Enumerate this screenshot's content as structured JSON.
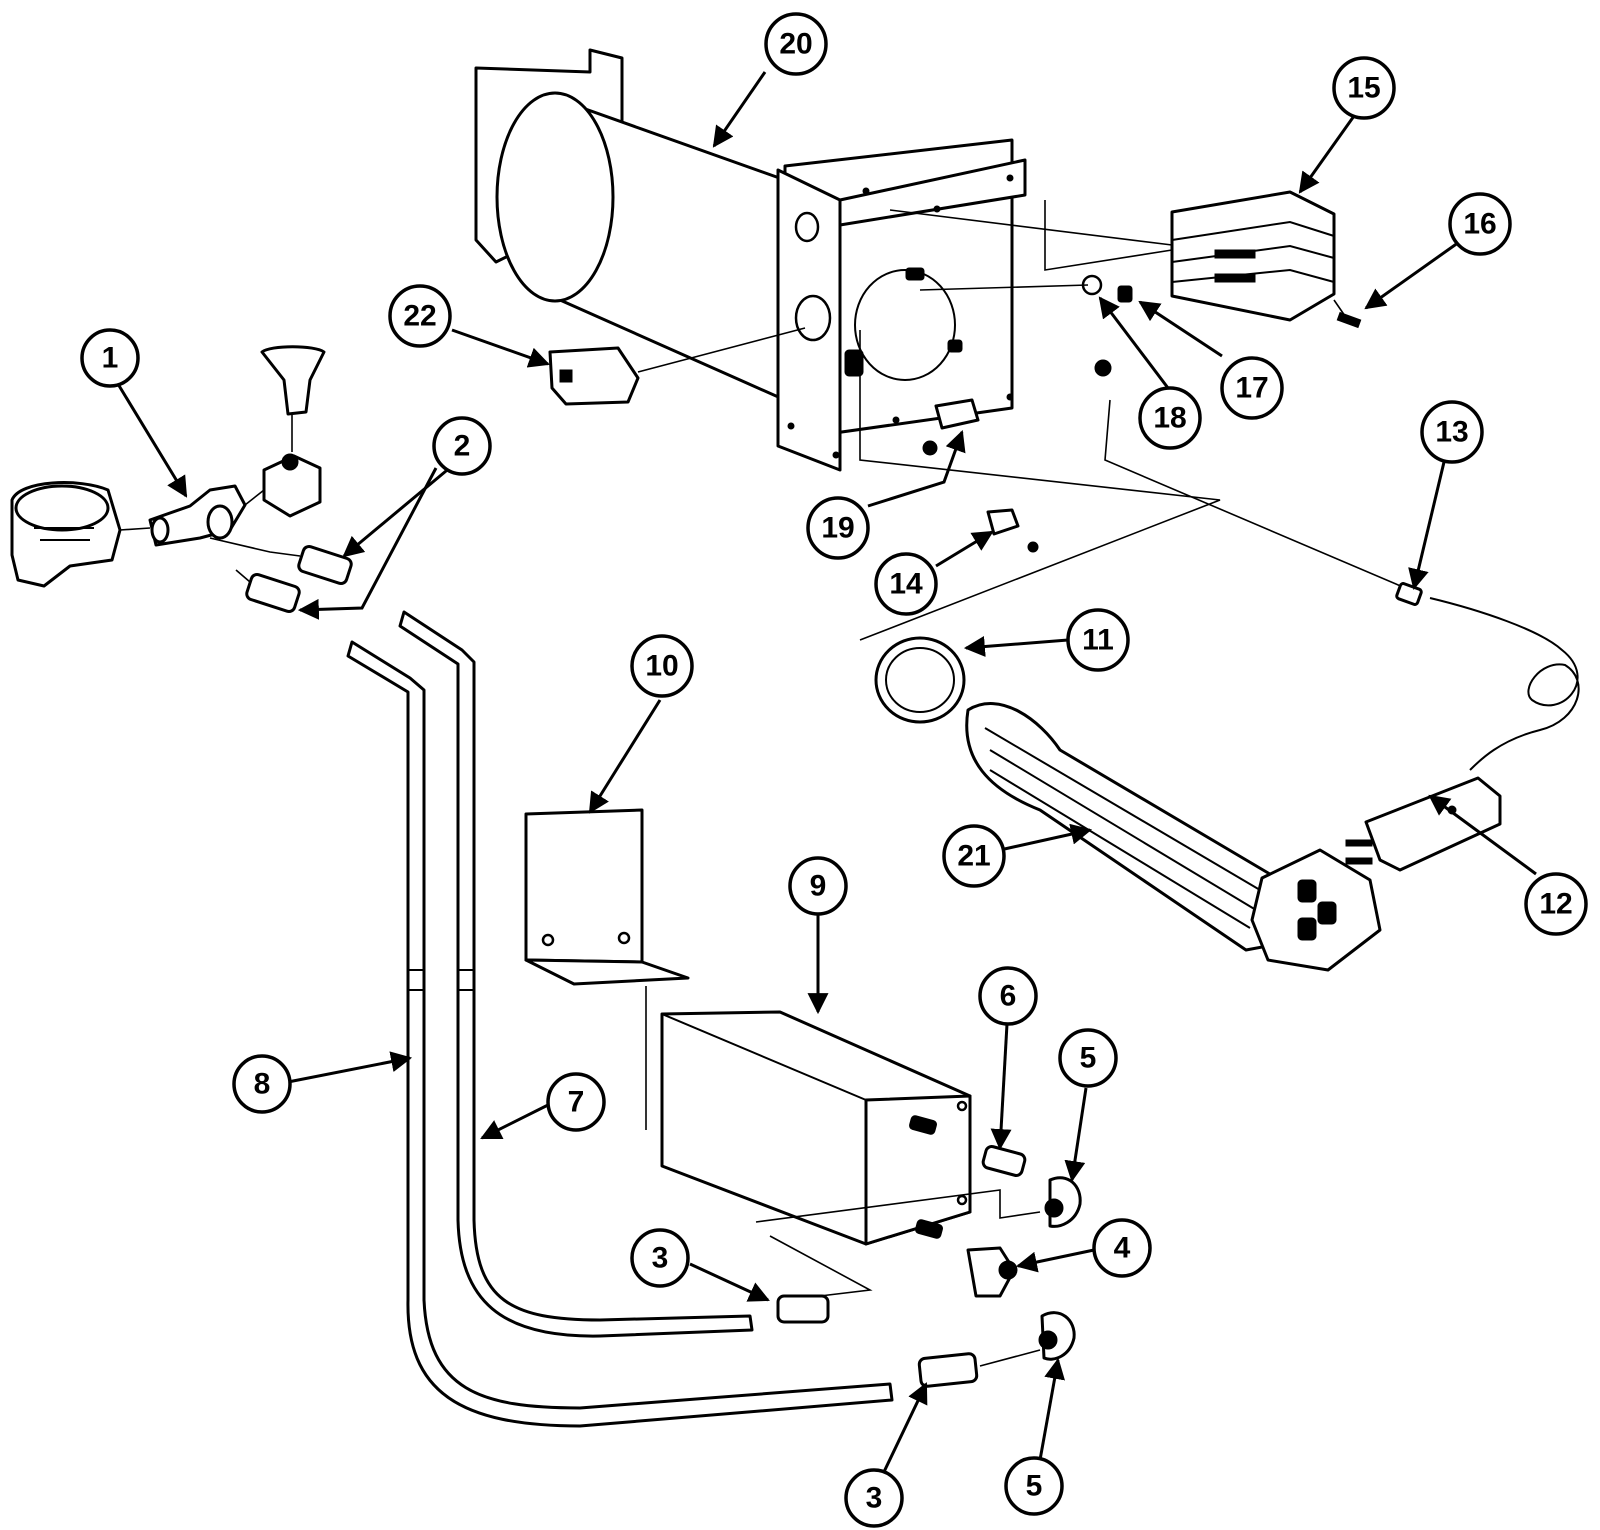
{
  "diagram": {
    "colors": {
      "ink": "#000000",
      "paper": "#ffffff"
    },
    "callouts": [
      {
        "id": "c1",
        "label": "1"
      },
      {
        "id": "c2",
        "label": "2"
      },
      {
        "id": "c3a",
        "label": "3"
      },
      {
        "id": "c3b",
        "label": "3"
      },
      {
        "id": "c4",
        "label": "4"
      },
      {
        "id": "c5a",
        "label": "5"
      },
      {
        "id": "c5b",
        "label": "5"
      },
      {
        "id": "c6",
        "label": "6"
      },
      {
        "id": "c7",
        "label": "7"
      },
      {
        "id": "c8",
        "label": "8"
      },
      {
        "id": "c9",
        "label": "9"
      },
      {
        "id": "c10",
        "label": "10"
      },
      {
        "id": "c11",
        "label": "11"
      },
      {
        "id": "c12",
        "label": "12"
      },
      {
        "id": "c13",
        "label": "13"
      },
      {
        "id": "c14",
        "label": "14"
      },
      {
        "id": "c15",
        "label": "15"
      },
      {
        "id": "c16",
        "label": "16"
      },
      {
        "id": "c17",
        "label": "17"
      },
      {
        "id": "c18",
        "label": "18"
      },
      {
        "id": "c19",
        "label": "19"
      },
      {
        "id": "c20",
        "label": "20"
      },
      {
        "id": "c21",
        "label": "21"
      },
      {
        "id": "c22",
        "label": "22"
      }
    ]
  }
}
